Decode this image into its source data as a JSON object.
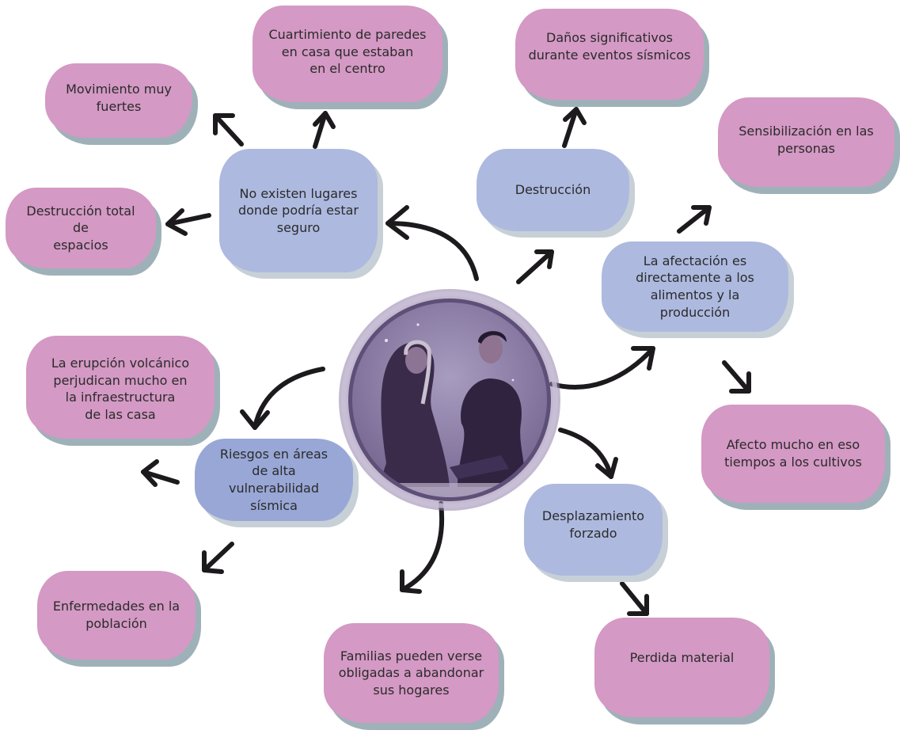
{
  "diagram": {
    "photo_icon": "two-people-sitting-conversation",
    "colors": {
      "pink_box": "#d499c4",
      "blue_box": "#adb9df",
      "arrow": "#1c1a1d",
      "ring": "#7f6b94"
    },
    "nodes": {
      "cuartimiento": "Cuartimiento de paredes\nen casa que estaban\nen el centro",
      "danos": "Daños significativos\ndurante eventos sísmicos",
      "movimiento": "Movimiento muy\nfuertes",
      "sensibilizacion": "Sensibilización en las\npersonas",
      "no_existen": "No existen lugares\ndonde podría estar\nseguro",
      "destruccion": "Destrucción",
      "destruccion_total": "Destrucción total de\nespacios",
      "afectacion": "La afectación es\ndirectamente a los\nalimentos y la producción",
      "erupcion": "La erupción volcánico\nperjudican mucho en\nla infraestructura\nde las casa",
      "riesgos": "Riesgos en áreas\nde alta vulnerabilidad\nsísmica",
      "afecto": "Afecto mucho en eso\ntiempos a los cultivos",
      "desplazamiento": "Desplazamiento\nforzado",
      "enfermedades": "Enfermedades en la\npoblación",
      "familias": "Familias pueden verse\nobligadas a abandonar\nsus hogares",
      "perdida": "Perdida material"
    }
  }
}
